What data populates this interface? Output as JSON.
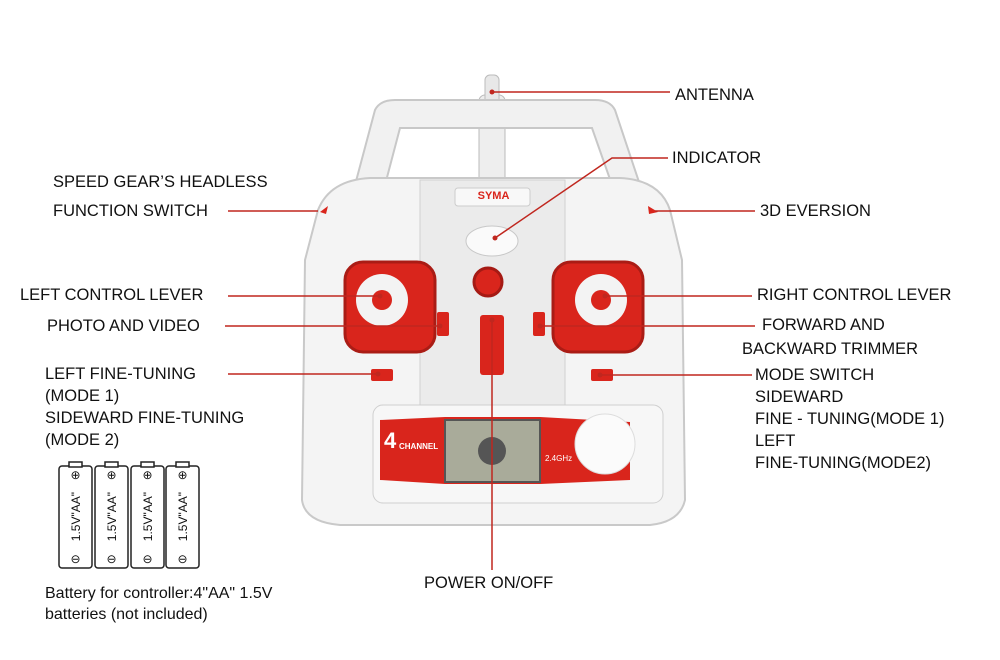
{
  "labels": {
    "antenna": "ANTENNA",
    "indicator": "INDICATOR",
    "speed_gear_1": "SPEED GEAR’S HEADLESS",
    "speed_gear_2": "FUNCTION SWITCH",
    "eversion": "3D EVERSION",
    "left_lever": "LEFT CONTROL LEVER",
    "photo_video": "PHOTO  AND VIDEO",
    "left_fine_1": "LEFT FINE-TUNING",
    "left_fine_2": "(MODE 1)",
    "left_fine_3": "SIDEWARD FINE-TUNING",
    "left_fine_4": "(MODE 2)",
    "right_lever": "RIGHT CONTROL LEVER",
    "forward_1": "FORWARD AND",
    "forward_2": "BACKWARD TRIMMER",
    "mode_1": "MODE SWITCH",
    "mode_2": "SIDEWARD",
    "mode_3": "FINE - TUNING(MODE 1)",
    "mode_4": "LEFT",
    "mode_5": "FINE-TUNING(MODE2)",
    "power": "POWER ON/OFF"
  },
  "controller": {
    "brand": "SYMA",
    "channel": "4",
    "channel_word": "CHANNEL",
    "frequency": "2.4GHz"
  },
  "battery": {
    "cell_label": "1.5V\"AA\"",
    "plus": "⊕",
    "minus": "⊖",
    "note_1": "Battery for controller:4\"AA\" 1.5V",
    "note_2": "batteries (not included)"
  },
  "colors": {
    "accent": "#d9251c",
    "line": "#c0271f"
  }
}
